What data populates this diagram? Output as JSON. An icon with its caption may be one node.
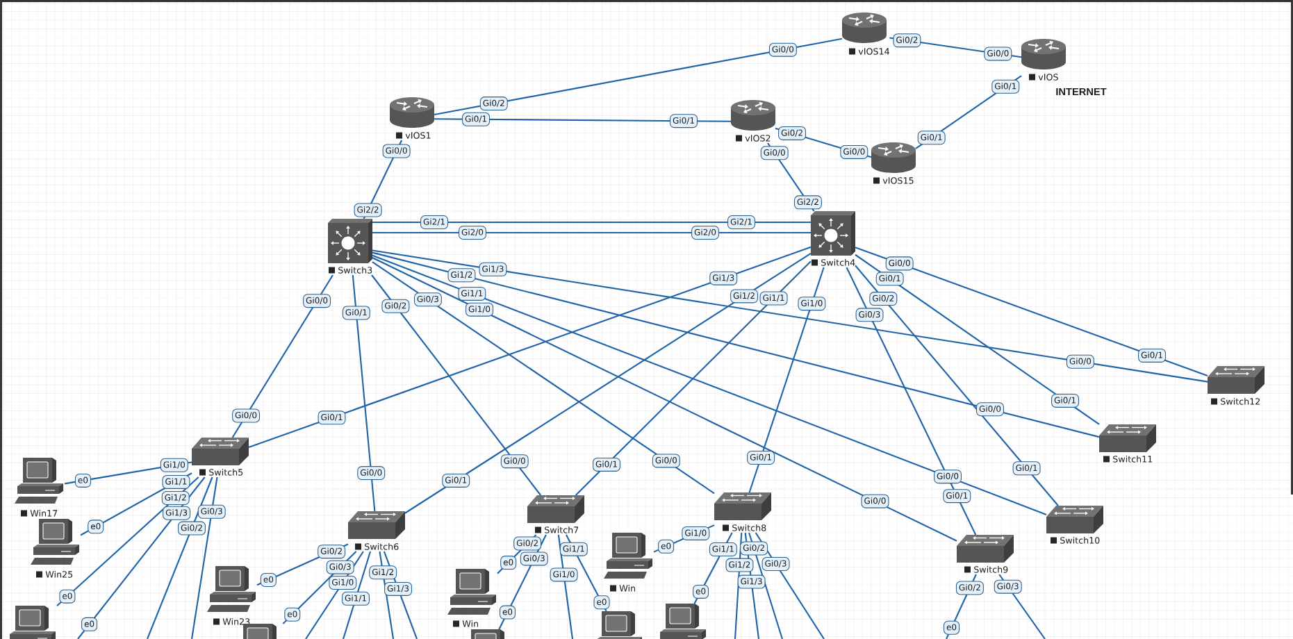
{
  "diagram": {
    "nodes": [
      {
        "text": [
          "vIOS14"
        ]
      },
      {
        "text": [
          "vIOS"
        ],
        "beside": [
          "INTERNET"
        ]
      },
      {
        "text": [
          "vIOS1"
        ]
      },
      {
        "text": [
          "vIOS2"
        ]
      },
      {
        "text": [
          "vIOS15"
        ]
      },
      {
        "text": [
          "Switch3"
        ]
      },
      {
        "text": [
          "Switch4"
        ]
      },
      {
        "text": [
          "Switch5"
        ]
      },
      {
        "text": [
          "Switch6"
        ]
      },
      {
        "text": [
          "Switch7"
        ]
      },
      {
        "text": [
          "Switch8"
        ]
      },
      {
        "text": [
          "Switch9"
        ]
      },
      {
        "text": [
          "Switch10"
        ]
      },
      {
        "text": [
          "Switch11"
        ]
      },
      {
        "text": [
          "Switch12"
        ]
      },
      {
        "text": [
          "Win17"
        ]
      },
      {
        "text": [
          "Win25"
        ]
      },
      {
        "text": [],
        "shape": "computer"
      },
      {
        "text": [
          "Win23"
        ]
      },
      {
        "text": [],
        "shape": "computer"
      },
      {
        "text": [
          "Win"
        ]
      },
      {
        "text": [],
        "shape": "computer"
      },
      {
        "text": [],
        "shape": "computer"
      },
      {
        "text": [
          "Win"
        ]
      },
      {
        "text": [],
        "shape": "computer"
      }
    ],
    "edges": [
      {
        "from": 2,
        "to": 0,
        "arrow": "none",
        "label": [
          "Gi0/2",
          "Gi0/0"
        ]
      },
      {
        "from": 2,
        "to": 3,
        "arrow": "none",
        "label": [
          "Gi0/1",
          "Gi0/1"
        ]
      },
      {
        "from": 0,
        "to": 1,
        "arrow": "none",
        "label": [
          "Gi0/2",
          "Gi0/0"
        ]
      },
      {
        "from": 3,
        "to": 4,
        "arrow": "none",
        "label": [
          "Gi0/2",
          "Gi0/0"
        ]
      },
      {
        "from": 4,
        "to": 1,
        "arrow": "none",
        "label": [
          "Gi0/1",
          "Gi0/1"
        ]
      },
      {
        "from": 2,
        "to": 5,
        "arrow": "none",
        "label": [
          "Gi0/0",
          "Gi2/2"
        ]
      },
      {
        "from": 3,
        "to": 6,
        "arrow": "none",
        "label": [
          "Gi0/0",
          "Gi2/2"
        ]
      },
      {
        "from": 5,
        "to": 6,
        "arrow": "none",
        "label": [
          "Gi2/1",
          "Gi2/1"
        ]
      },
      {
        "from": 5,
        "to": 6,
        "arrow": "none",
        "label": [
          "Gi2/0",
          "Gi2/0"
        ]
      },
      {
        "from": 5,
        "to": 14,
        "arrow": "none",
        "label": [
          "Gi1/3",
          "Gi0/0"
        ]
      },
      {
        "from": 5,
        "to": 13,
        "arrow": "none",
        "label": [
          "Gi1/2",
          "Gi0/0"
        ]
      },
      {
        "from": 5,
        "to": 12,
        "arrow": "none",
        "label": [
          "Gi1/1",
          "Gi0/0"
        ]
      },
      {
        "from": 5,
        "to": 11,
        "arrow": "none",
        "label": [
          "Gi1/0",
          "Gi0/0"
        ]
      },
      {
        "from": 5,
        "to": 7,
        "arrow": "none",
        "label": [
          "Gi0/0",
          "Gi0/0"
        ]
      },
      {
        "from": 5,
        "to": 8,
        "arrow": "none",
        "label": [
          "Gi0/1",
          "Gi0/0"
        ]
      },
      {
        "from": 5,
        "to": 9,
        "arrow": "none",
        "label": [
          "Gi0/2",
          "Gi0/0"
        ]
      },
      {
        "from": 5,
        "to": 10,
        "arrow": "none",
        "label": [
          "Gi0/3",
          "Gi0/0"
        ]
      },
      {
        "from": 6,
        "to": 14,
        "arrow": "none",
        "label": [
          "Gi0/0",
          "Gi0/1"
        ]
      },
      {
        "from": 6,
        "to": 13,
        "arrow": "none",
        "label": [
          "Gi0/1",
          "Gi0/1"
        ]
      },
      {
        "from": 6,
        "to": 12,
        "arrow": "none",
        "label": [
          "Gi0/2",
          "Gi0/1"
        ]
      },
      {
        "from": 6,
        "to": 11,
        "arrow": "none",
        "label": [
          "Gi0/3",
          "Gi0/1"
        ]
      },
      {
        "from": 6,
        "to": 7,
        "arrow": "none",
        "label": [
          "Gi1/3",
          "Gi0/1"
        ]
      },
      {
        "from": 6,
        "to": 8,
        "arrow": "none",
        "label": [
          "Gi1/2",
          "Gi0/1"
        ]
      },
      {
        "from": 6,
        "to": 9,
        "arrow": "none",
        "label": [
          "Gi1/1",
          "Gi0/1"
        ]
      },
      {
        "from": 6,
        "to": 10,
        "arrow": "none",
        "label": [
          "Gi1/0",
          "Gi0/1"
        ]
      },
      {
        "from": 7,
        "to": 15,
        "arrow": "none",
        "label": [
          "Gi1/0",
          "e0"
        ]
      },
      {
        "from": 7,
        "to": 16,
        "arrow": "none",
        "label": [
          "Gi1/1",
          "e0"
        ]
      },
      {
        "from": 7,
        "to": 17,
        "arrow": "none",
        "label": [
          "Gi1/2",
          "e0"
        ]
      },
      {
        "from": 7,
        "to": null,
        "arrow": "none",
        "label": [
          "Gi1/3",
          "e0"
        ]
      },
      {
        "from": 7,
        "to": null,
        "arrow": "none",
        "label": [
          "Gi0/2"
        ]
      },
      {
        "from": 7,
        "to": null,
        "arrow": "none",
        "label": [
          "Gi0/3"
        ]
      },
      {
        "from": 8,
        "to": 18,
        "arrow": "none",
        "label": [
          "Gi0/2",
          "e0"
        ]
      },
      {
        "from": 8,
        "to": 19,
        "arrow": "none",
        "label": [
          "Gi0/3",
          "e0"
        ]
      },
      {
        "from": 8,
        "to": null,
        "arrow": "none",
        "label": [
          "Gi1/0"
        ]
      },
      {
        "from": 8,
        "to": null,
        "arrow": "none",
        "label": [
          "Gi1/1"
        ]
      },
      {
        "from": 8,
        "to": null,
        "arrow": "none",
        "label": [
          "Gi1/2"
        ]
      },
      {
        "from": 8,
        "to": null,
        "arrow": "none",
        "label": [
          "Gi1/3"
        ]
      },
      {
        "from": 9,
        "to": 20,
        "arrow": "none",
        "label": [
          "Gi0/2",
          "e0"
        ]
      },
      {
        "from": 9,
        "to": 21,
        "arrow": "none",
        "label": [
          "Gi0/3",
          "e0"
        ]
      },
      {
        "from": 9,
        "to": null,
        "arrow": "none",
        "label": [
          "Gi1/0"
        ]
      },
      {
        "from": 9,
        "to": 22,
        "arrow": "none",
        "label": [
          "Gi1/1",
          "e0"
        ]
      },
      {
        "from": 10,
        "to": 23,
        "arrow": "none",
        "label": [
          "Gi1/0",
          "e0"
        ]
      },
      {
        "from": 10,
        "to": 24,
        "arrow": "none",
        "label": [
          "Gi1/1",
          "e0"
        ]
      },
      {
        "from": 10,
        "to": null,
        "arrow": "none",
        "label": [
          "Gi1/2"
        ]
      },
      {
        "from": 10,
        "to": null,
        "arrow": "none",
        "label": [
          "Gi1/3"
        ]
      },
      {
        "from": 10,
        "to": null,
        "arrow": "none",
        "label": [
          "Gi0/2"
        ]
      },
      {
        "from": 10,
        "to": null,
        "arrow": "none",
        "label": [
          "Gi0/3"
        ]
      },
      {
        "from": 11,
        "to": null,
        "arrow": "none",
        "label": [
          "Gi0/2",
          "e0"
        ]
      },
      {
        "from": 11,
        "to": null,
        "arrow": "none",
        "label": [
          "Gi0/3"
        ]
      }
    ]
  }
}
